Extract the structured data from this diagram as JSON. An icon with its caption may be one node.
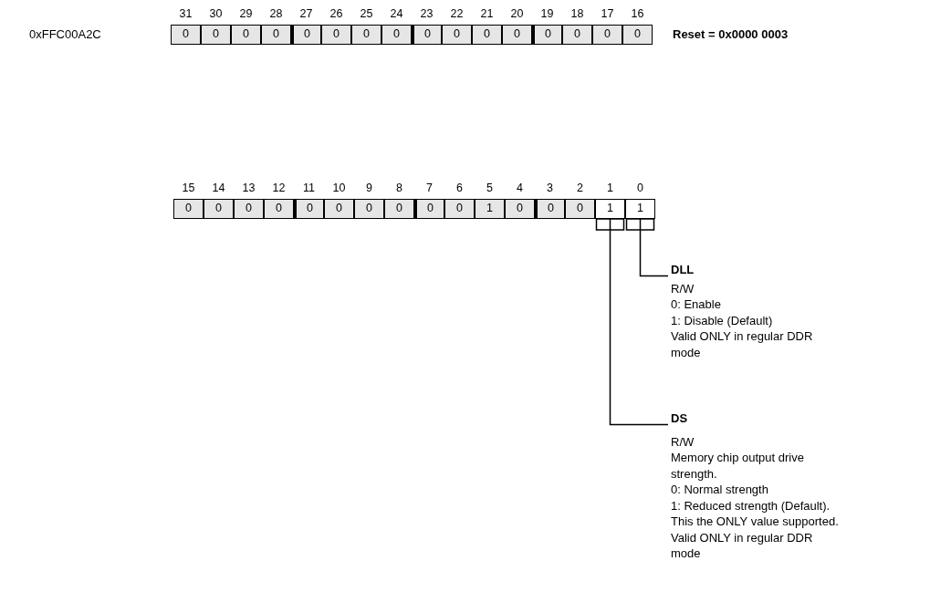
{
  "diagram": {
    "nodes": [
      {
        "text": [
          "0"
        ]
      },
      {
        "text": [
          "0"
        ]
      },
      {
        "text": [
          "0"
        ]
      },
      {
        "text": [
          "0"
        ]
      },
      {
        "text": [
          "0"
        ]
      },
      {
        "text": [
          "0"
        ]
      },
      {
        "text": [
          "0"
        ]
      },
      {
        "text": [
          "0"
        ]
      },
      {
        "text": [
          "0"
        ]
      },
      {
        "text": [
          "0"
        ]
      },
      {
        "text": [
          "0"
        ]
      },
      {
        "text": [
          "0"
        ]
      },
      {
        "text": [
          "0"
        ]
      },
      {
        "text": [
          "0"
        ]
      },
      {
        "text": [
          "0"
        ]
      },
      {
        "text": [
          "0"
        ]
      },
      {
        "text": [
          "0"
        ]
      },
      {
        "text": [
          "0"
        ]
      },
      {
        "text": [
          "0"
        ]
      },
      {
        "text": [
          "0"
        ]
      },
      {
        "text": [
          "0"
        ]
      },
      {
        "text": [
          "0"
        ]
      },
      {
        "text": [
          "0"
        ]
      },
      {
        "text": [
          "0"
        ]
      },
      {
        "text": [
          "0"
        ]
      },
      {
        "text": [
          "0"
        ]
      },
      {
        "text": [
          "1"
        ]
      },
      {
        "text": [
          "0"
        ]
      },
      {
        "text": [
          "0"
        ]
      },
      {
        "text": [
          "0"
        ]
      },
      {
        "text": [
          "1"
        ]
      },
      {
        "text": [
          "1"
        ]
      },
      {
        "text": [
          "DLL",
          "R/W",
          "0: Enable",
          "1: Disable (Default)",
          "Valid ONLY in regular DDR mode"
        ]
      },
      {
        "text": [
          "DS",
          "R/W",
          "Memory chip output drive strength.",
          "0: Normal strength",
          "1: Reduced strength (Default).",
          "This the ONLY value supported.",
          "Valid ONLY in regular DDR mode"
        ]
      }
    ],
    "edges": [
      {
        "from": 31,
        "to": 32,
        "arrow": "none"
      },
      {
        "from": 30,
        "to": 33,
        "arrow": "none"
      }
    ],
    "labels": [
      "31",
      "30",
      "29",
      "28",
      "27",
      "26",
      "25",
      "24",
      "23",
      "22",
      "21",
      "20",
      "19",
      "18",
      "17",
      "16",
      "0xFFC00A2C",
      "Reset = 0x0000 0003",
      "15",
      "14",
      "13",
      "12",
      "11",
      "10",
      "9",
      "8",
      "7",
      "6",
      "5",
      "4",
      "3",
      "2",
      "1",
      "0"
    ]
  }
}
